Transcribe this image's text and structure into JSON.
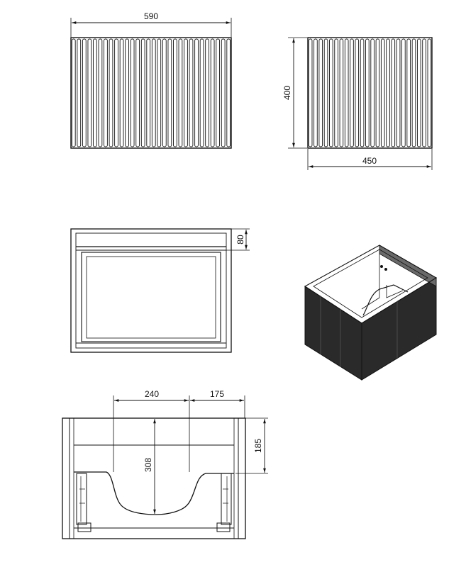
{
  "dimensions": {
    "front_width": "590",
    "side_height": "400",
    "side_depth": "450",
    "top_rail_height": "80",
    "cutout_width": "240",
    "cutout_offset": "175",
    "cutout_depth": "308",
    "rear_offset": "185"
  },
  "colors": {
    "line": "#111111",
    "cabinet_body": "#2a2a2a",
    "cabinet_top_edge": "#6a6a6a"
  },
  "fluting": {
    "front_slats": 30,
    "side_slats": 24
  }
}
